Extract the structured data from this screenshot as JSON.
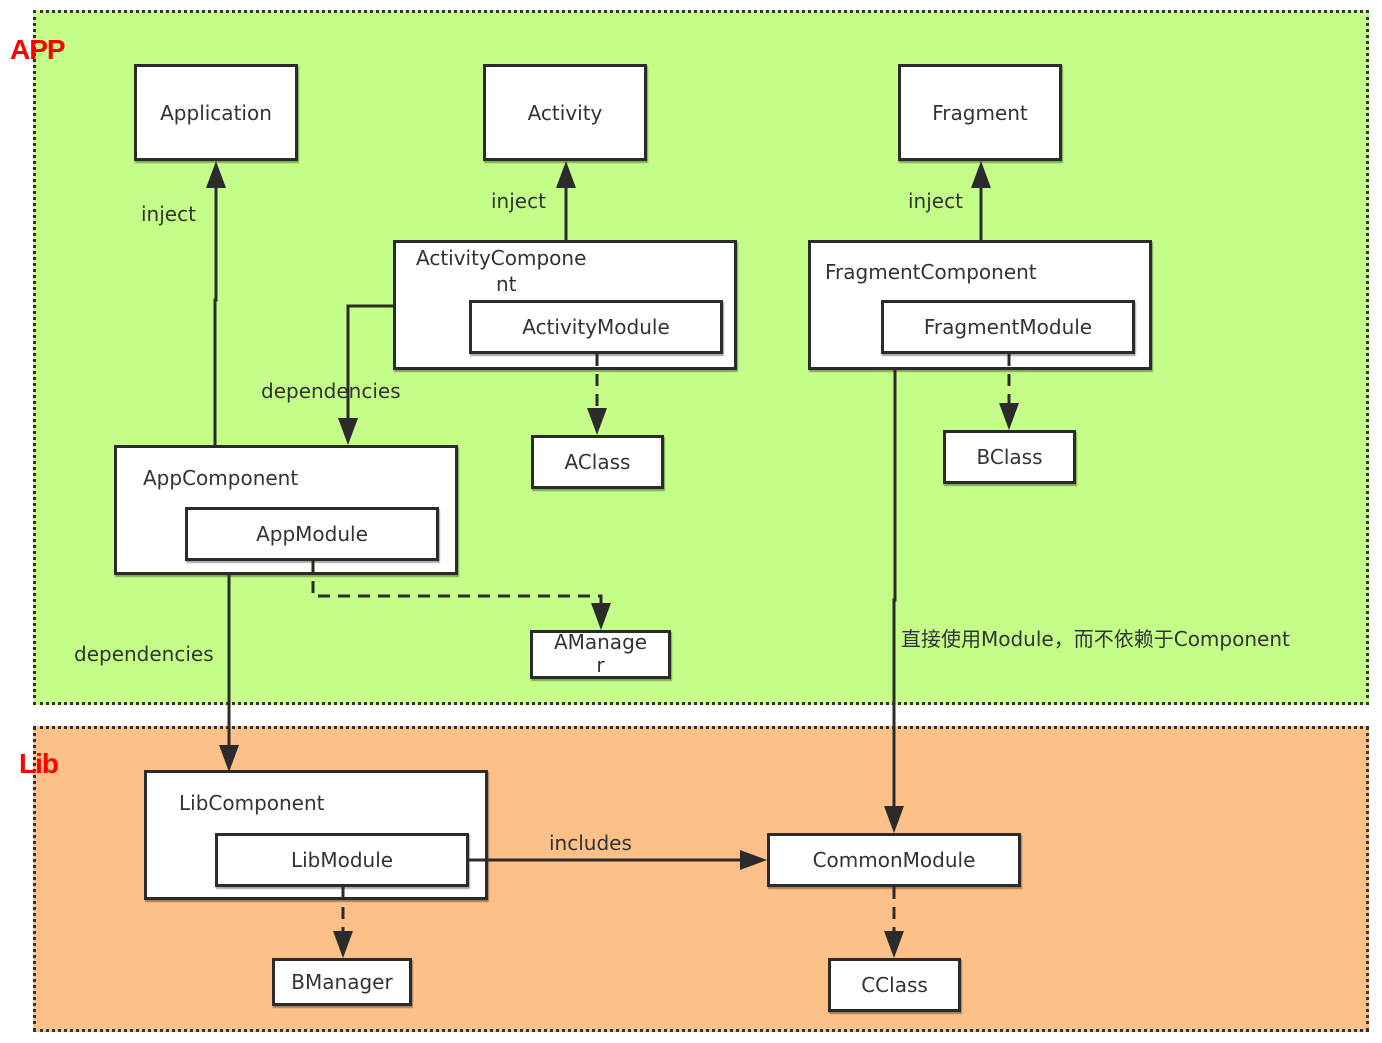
{
  "regions": {
    "app": {
      "label": "APP",
      "fill": "#c4fd87"
    },
    "lib": {
      "label": "Lib",
      "fill": "#fdc088"
    }
  },
  "nodes": {
    "application": "Application",
    "activity": "Activity",
    "fragment": "Fragment",
    "activity_component_line1": "ActivityCompone",
    "activity_component_line2": "nt",
    "activity_module": "ActivityModule",
    "fragment_component": "FragmentComponent",
    "fragment_module": "FragmentModule",
    "aclass": "AClass",
    "bclass": "BClass",
    "app_component": "AppComponent",
    "app_module": "AppModule",
    "amanager_line1": "AManage",
    "amanager_line2": "r",
    "lib_component": "LibComponent",
    "lib_module": "LibModule",
    "bmanager": "BManager",
    "common_module": "CommonModule",
    "cclass": "CClass"
  },
  "edge_labels": {
    "inject_application": "inject",
    "inject_activity": "inject",
    "inject_fragment": "inject",
    "dependencies_activity_to_app": "dependencies",
    "dependencies_app_to_lib": "dependencies",
    "includes": "includes",
    "direct_module_note": "直接使用Module，而不依赖于Component"
  },
  "colors": {
    "stroke": "#2b2b2b",
    "region_label": "#ff0000"
  }
}
